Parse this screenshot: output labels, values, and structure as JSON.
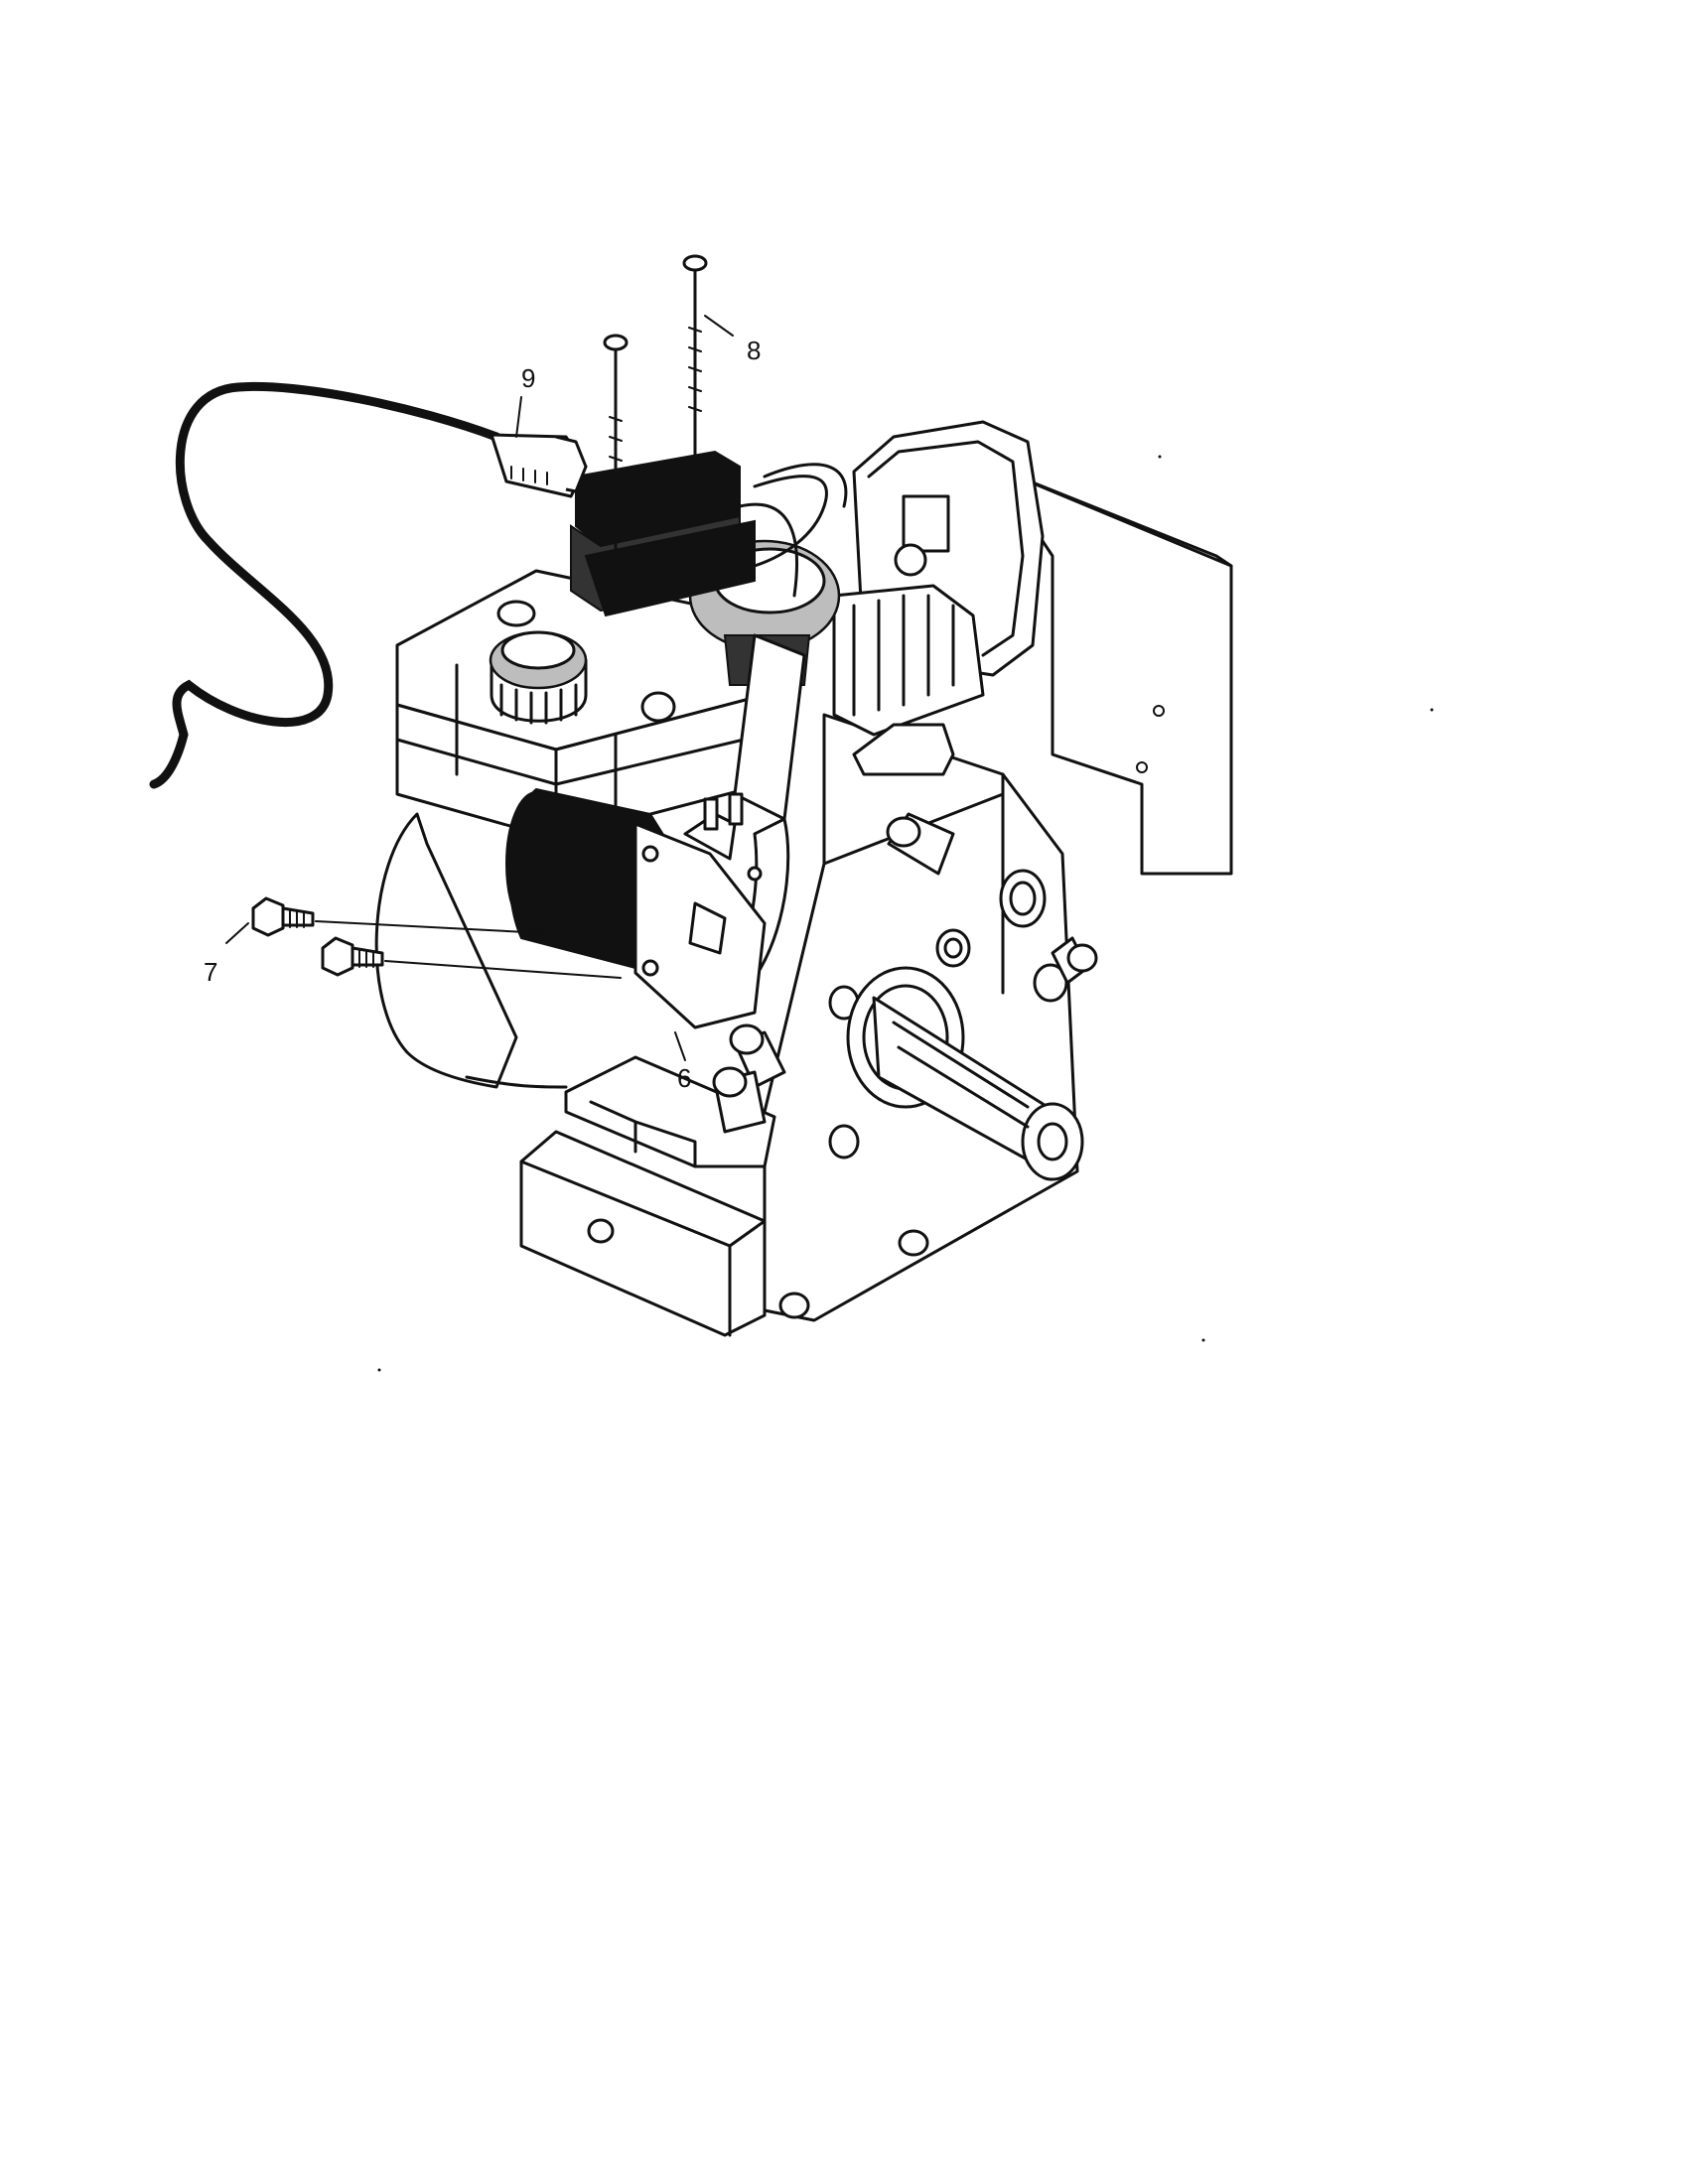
{
  "callouts": {
    "c6": "6",
    "c7": "7",
    "c8": "8",
    "c9": "9"
  },
  "colors": {
    "line": "#111111",
    "background": "#ffffff"
  }
}
